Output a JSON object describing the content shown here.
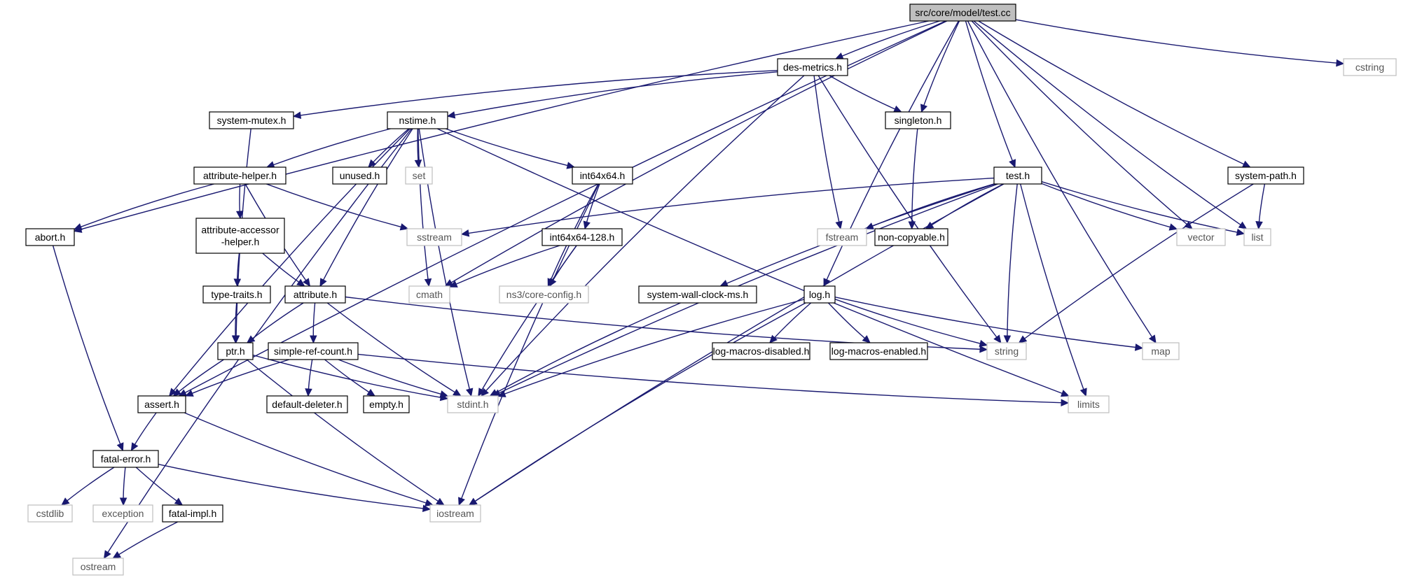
{
  "colors": {
    "root_fill": "#bfbfbf",
    "node_border": "#000000",
    "external_border": "#bfbfbf",
    "edge": "#191970"
  },
  "nodes": [
    {
      "id": "test_cc",
      "label": "src/core/model/test.cc",
      "kind": "root"
    },
    {
      "id": "des_metrics",
      "label": "des-metrics.h",
      "kind": "internal"
    },
    {
      "id": "cstring",
      "label": "cstring",
      "kind": "external"
    },
    {
      "id": "system_mutex",
      "label": "system-mutex.h",
      "kind": "internal"
    },
    {
      "id": "nstime",
      "label": "nstime.h",
      "kind": "internal"
    },
    {
      "id": "singleton",
      "label": "singleton.h",
      "kind": "internal"
    },
    {
      "id": "attribute_helper",
      "label": "attribute-helper.h",
      "kind": "internal"
    },
    {
      "id": "unused",
      "label": "unused.h",
      "kind": "internal"
    },
    {
      "id": "set",
      "label": "set",
      "kind": "external"
    },
    {
      "id": "int64x64",
      "label": "int64x64.h",
      "kind": "internal"
    },
    {
      "id": "test_h",
      "label": "test.h",
      "kind": "internal"
    },
    {
      "id": "system_path",
      "label": "system-path.h",
      "kind": "internal"
    },
    {
      "id": "abort",
      "label": "abort.h",
      "kind": "internal"
    },
    {
      "id": "attribute_accessor_helper",
      "label": "attribute-accessor\n-helper.h",
      "kind": "internal"
    },
    {
      "id": "sstream",
      "label": "sstream",
      "kind": "external"
    },
    {
      "id": "int64x64_128",
      "label": "int64x64-128.h",
      "kind": "internal"
    },
    {
      "id": "fstream",
      "label": "fstream",
      "kind": "external"
    },
    {
      "id": "non_copyable",
      "label": "non-copyable.h",
      "kind": "internal"
    },
    {
      "id": "vector",
      "label": "vector",
      "kind": "external"
    },
    {
      "id": "list",
      "label": "list",
      "kind": "external"
    },
    {
      "id": "cmath",
      "label": "cmath",
      "kind": "external"
    },
    {
      "id": "core_config",
      "label": "ns3/core-config.h",
      "kind": "external"
    },
    {
      "id": "type_traits",
      "label": "type-traits.h",
      "kind": "internal"
    },
    {
      "id": "attribute",
      "label": "attribute.h",
      "kind": "internal"
    },
    {
      "id": "system_wall_clock",
      "label": "system-wall-clock-ms.h",
      "kind": "internal"
    },
    {
      "id": "log",
      "label": "log.h",
      "kind": "internal"
    },
    {
      "id": "ptr",
      "label": "ptr.h",
      "kind": "internal"
    },
    {
      "id": "simple_ref_count",
      "label": "simple-ref-count.h",
      "kind": "internal"
    },
    {
      "id": "log_macros_disabled",
      "label": "log-macros-disabled.h",
      "kind": "internal"
    },
    {
      "id": "log_macros_enabled",
      "label": "log-macros-enabled.h",
      "kind": "internal"
    },
    {
      "id": "string",
      "label": "string",
      "kind": "external"
    },
    {
      "id": "map",
      "label": "map",
      "kind": "external"
    },
    {
      "id": "assert",
      "label": "assert.h",
      "kind": "internal"
    },
    {
      "id": "default_deleter",
      "label": "default-deleter.h",
      "kind": "internal"
    },
    {
      "id": "empty",
      "label": "empty.h",
      "kind": "internal"
    },
    {
      "id": "stdint",
      "label": "stdint.h",
      "kind": "external"
    },
    {
      "id": "limits",
      "label": "limits",
      "kind": "external"
    },
    {
      "id": "fatal_error",
      "label": "fatal-error.h",
      "kind": "internal"
    },
    {
      "id": "cstdlib",
      "label": "cstdlib",
      "kind": "external"
    },
    {
      "id": "exception",
      "label": "exception",
      "kind": "external"
    },
    {
      "id": "fatal_impl",
      "label": "fatal-impl.h",
      "kind": "internal"
    },
    {
      "id": "iostream",
      "label": "iostream",
      "kind": "external"
    },
    {
      "id": "ostream",
      "label": "ostream",
      "kind": "external"
    }
  ],
  "edges": [
    [
      "test_cc",
      "des_metrics"
    ],
    [
      "test_cc",
      "cstring"
    ],
    [
      "test_cc",
      "singleton"
    ],
    [
      "test_cc",
      "test_h"
    ],
    [
      "test_cc",
      "system_path"
    ],
    [
      "test_cc",
      "abort"
    ],
    [
      "test_cc",
      "assert"
    ],
    [
      "test_cc",
      "cmath"
    ],
    [
      "test_cc",
      "log"
    ],
    [
      "test_cc",
      "vector"
    ],
    [
      "test_cc",
      "list"
    ],
    [
      "test_cc",
      "map"
    ],
    [
      "des_metrics",
      "system_mutex"
    ],
    [
      "des_metrics",
      "nstime"
    ],
    [
      "des_metrics",
      "singleton"
    ],
    [
      "des_metrics",
      "fstream"
    ],
    [
      "des_metrics",
      "string"
    ],
    [
      "des_metrics",
      "stdint"
    ],
    [
      "system_mutex",
      "ptr"
    ],
    [
      "nstime",
      "attribute_helper"
    ],
    [
      "nstime",
      "unused"
    ],
    [
      "nstime",
      "set"
    ],
    [
      "nstime",
      "int64x64"
    ],
    [
      "nstime",
      "cmath"
    ],
    [
      "nstime",
      "attribute"
    ],
    [
      "nstime",
      "assert"
    ],
    [
      "nstime",
      "stdint"
    ],
    [
      "nstime",
      "ostream"
    ],
    [
      "nstime",
      "limits"
    ],
    [
      "singleton",
      "non_copyable"
    ],
    [
      "attribute_helper",
      "abort"
    ],
    [
      "attribute_helper",
      "attribute_accessor_helper"
    ],
    [
      "attribute_helper",
      "attribute"
    ],
    [
      "attribute_helper",
      "sstream"
    ],
    [
      "int64x64",
      "int64x64_128"
    ],
    [
      "int64x64",
      "core_config"
    ],
    [
      "int64x64",
      "iostream"
    ],
    [
      "int64x64_128",
      "cmath"
    ],
    [
      "int64x64_128",
      "core_config"
    ],
    [
      "int64x64_128",
      "stdint"
    ],
    [
      "test_h",
      "sstream"
    ],
    [
      "test_h",
      "fstream"
    ],
    [
      "test_h",
      "non_copyable"
    ],
    [
      "test_h",
      "vector"
    ],
    [
      "test_h",
      "list"
    ],
    [
      "test_h",
      "system_wall_clock"
    ],
    [
      "test_h",
      "string"
    ],
    [
      "test_h",
      "stdint"
    ],
    [
      "test_h",
      "limits"
    ],
    [
      "test_h",
      "iostream"
    ],
    [
      "system_path",
      "list"
    ],
    [
      "system_path",
      "string"
    ],
    [
      "abort",
      "fatal_error"
    ],
    [
      "attribute_accessor_helper",
      "type_traits"
    ],
    [
      "attribute_accessor_helper",
      "attribute"
    ],
    [
      "type_traits",
      "ptr"
    ],
    [
      "attribute",
      "ptr"
    ],
    [
      "attribute",
      "simple_ref_count"
    ],
    [
      "attribute",
      "string"
    ],
    [
      "attribute",
      "stdint"
    ],
    [
      "system_wall_clock",
      "stdint"
    ],
    [
      "log",
      "log_macros_disabled"
    ],
    [
      "log",
      "log_macros_enabled"
    ],
    [
      "log",
      "string"
    ],
    [
      "log",
      "map"
    ],
    [
      "log",
      "stdint"
    ],
    [
      "log",
      "iostream"
    ],
    [
      "ptr",
      "assert"
    ],
    [
      "ptr",
      "stdint"
    ],
    [
      "ptr",
      "iostream"
    ],
    [
      "simple_ref_count",
      "assert"
    ],
    [
      "simple_ref_count",
      "default_deleter"
    ],
    [
      "simple_ref_count",
      "empty"
    ],
    [
      "simple_ref_count",
      "stdint"
    ],
    [
      "simple_ref_count",
      "limits"
    ],
    [
      "assert",
      "fatal_error"
    ],
    [
      "assert",
      "iostream"
    ],
    [
      "fatal_error",
      "cstdlib"
    ],
    [
      "fatal_error",
      "exception"
    ],
    [
      "fatal_error",
      "fatal_impl"
    ],
    [
      "fatal_error",
      "iostream"
    ],
    [
      "fatal_impl",
      "ostream"
    ]
  ]
}
